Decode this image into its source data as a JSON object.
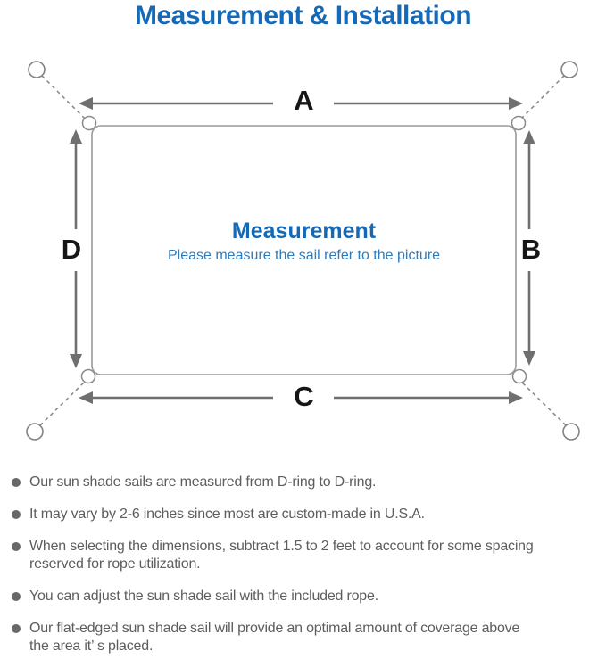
{
  "title": "Measurement & Installation",
  "diagram": {
    "center_title": "Measurement",
    "center_subtitle": "Please measure the sail refer to the picture",
    "labels": {
      "top": "A",
      "right": "B",
      "bottom": "C",
      "left": "D"
    }
  },
  "colors": {
    "title_blue": "#1569b6",
    "center_title_blue": "#1569b5",
    "subtitle_blue": "#2e7cbb",
    "label_black": "#161616",
    "outline_gray": "#9a9a9a",
    "arrow_gray": "#6f6f6f",
    "bullet_text_gray": "#5d5d5d"
  },
  "bullets": [
    {
      "lines": [
        "Our sun shade sails are measured from D-ring to D-ring."
      ]
    },
    {
      "lines": [
        "It may vary by 2-6 inches since most are custom-made in U.S.A."
      ]
    },
    {
      "lines": [
        "When selecting the dimensions, subtract 1.5 to 2 feet to account for some spacing",
        "reserved for rope utilization."
      ]
    },
    {
      "lines": [
        "You can adjust the sun shade sail with the included rope."
      ]
    },
    {
      "lines": [
        "Our flat-edged sun shade sail will provide an optimal amount of coverage above",
        "the area it’ s placed."
      ]
    }
  ]
}
